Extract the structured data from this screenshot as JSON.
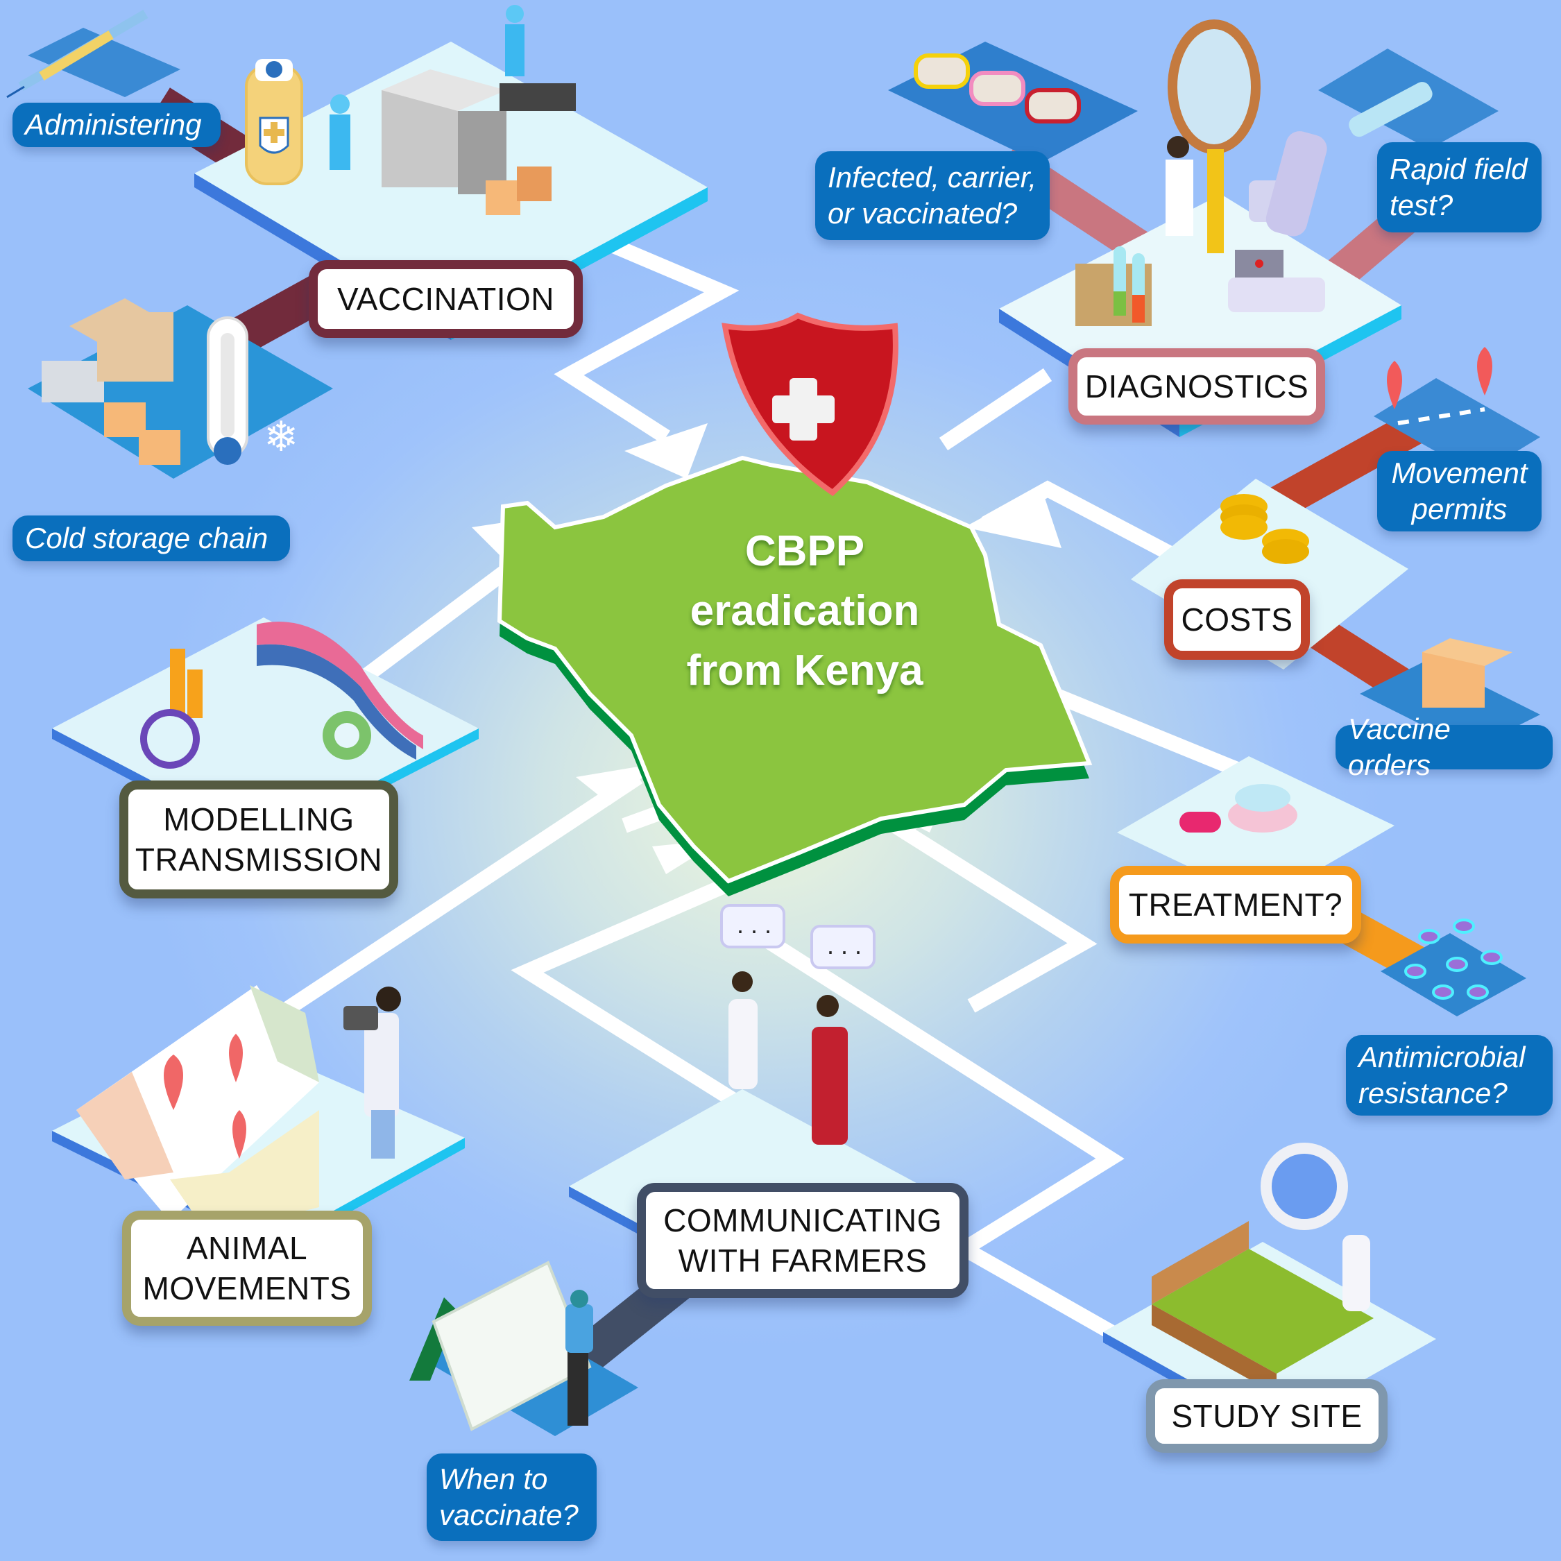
{
  "central": {
    "title_lines": [
      "CBPP",
      "eradication",
      "from Kenya"
    ],
    "map_color": "#8bc53f",
    "map_edge_color": "#00913f",
    "shield_color": "#d7262d"
  },
  "themes": [
    {
      "id": "vaccination",
      "label_lines": [
        "VACCINATION"
      ],
      "border_color": "#722b3c",
      "subtopics": [
        "Administering",
        "Cold storage chain"
      ]
    },
    {
      "id": "diagnostics",
      "label_lines": [
        "DIAGNOSTICS"
      ],
      "border_color": "#c97680",
      "subtopics": [
        "Infected, carrier, or vaccinated?",
        "Rapid field test?"
      ]
    },
    {
      "id": "costs",
      "label_lines": [
        "COSTS"
      ],
      "border_color": "#c1432b",
      "subtopics": [
        "Movement permits",
        "Vaccine orders"
      ]
    },
    {
      "id": "treatment",
      "label_lines": [
        "TREATMENT?"
      ],
      "border_color": "#f59a1c",
      "subtopics": [
        "Antimicrobial resistance?"
      ]
    },
    {
      "id": "study-site",
      "label_lines": [
        "STUDY SITE"
      ],
      "border_color": "#7f97ad",
      "subtopics": []
    },
    {
      "id": "communicating",
      "label_lines": [
        "COMMUNICATING",
        "WITH FARMERS"
      ],
      "border_color": "#414e66",
      "subtopics": [
        "When to vaccinate?"
      ]
    },
    {
      "id": "animal-movements",
      "label_lines": [
        "ANIMAL",
        "MOVEMENTS"
      ],
      "border_color": "#a6a36a",
      "subtopics": []
    },
    {
      "id": "modelling",
      "label_lines": [
        "MODELLING",
        "TRANSMISSION"
      ],
      "border_color": "#545a40",
      "subtopics": []
    }
  ],
  "subtopic_pills": {
    "administering": [
      "Administering"
    ],
    "cold_storage": [
      "Cold storage chain"
    ],
    "infected": [
      "Infected, carrier,",
      "or vaccinated?"
    ],
    "rapid_test": [
      "Rapid field",
      "test?"
    ],
    "movement_permits": [
      "Movement",
      "permits"
    ],
    "vaccine_orders": [
      "Vaccine orders"
    ],
    "amr": [
      "Antimicrobial",
      "resistance?"
    ],
    "when_vaccinate": [
      "When to",
      "vaccinate?"
    ]
  },
  "colors": {
    "background": "#9fc3fb",
    "pill": "#0a6fbd",
    "connector": "#ffffff"
  },
  "icons": {
    "syringe": "syringe-icon",
    "vaccine_factory": "vaccine-production-line-icon",
    "truck": "refrigerated-truck-icon",
    "thermometer": "thermometer-icon",
    "snowflake": "snowflake-icon",
    "cows": "cattle-icon",
    "magnifier": "magnifying-glass-icon",
    "microscope": "microscope-icon",
    "test_tubes": "test-tubes-icon",
    "rapid_test": "rapid-test-kit-icon",
    "map_pins": "route-pins-icon",
    "coins": "coins-icon",
    "box": "vaccine-box-icon",
    "pills": "pills-icon",
    "bacteria": "bacteria-icon",
    "terrain": "terrain-study-site-icon",
    "farmers": "vet-and-farmer-icon",
    "calendar": "calendar-icon",
    "kenya_map": "kenya-map-icon",
    "charts": "charts-icon",
    "shield": "health-shield-icon"
  }
}
